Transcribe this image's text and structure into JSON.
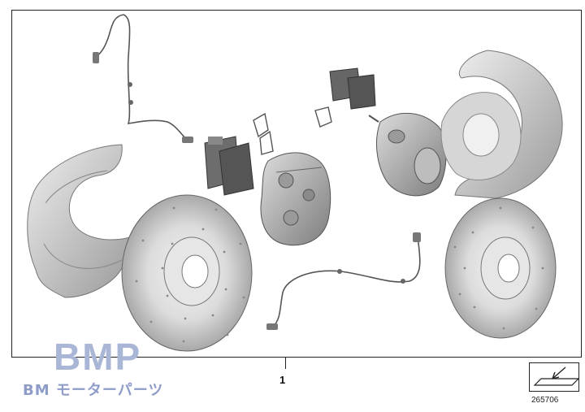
{
  "diagram": {
    "part_number_label": "1",
    "reference_number": "265706"
  },
  "watermark": {
    "logo": "BMP",
    "subtitle": "BM モーターパーツ"
  },
  "icons": {
    "reference_box_icon": "arrow-pointing-at-plate-icon"
  },
  "colors": {
    "part_grey": "#c9c9c9",
    "part_dark": "#7c7c7c",
    "logo": "#aab6d6"
  }
}
